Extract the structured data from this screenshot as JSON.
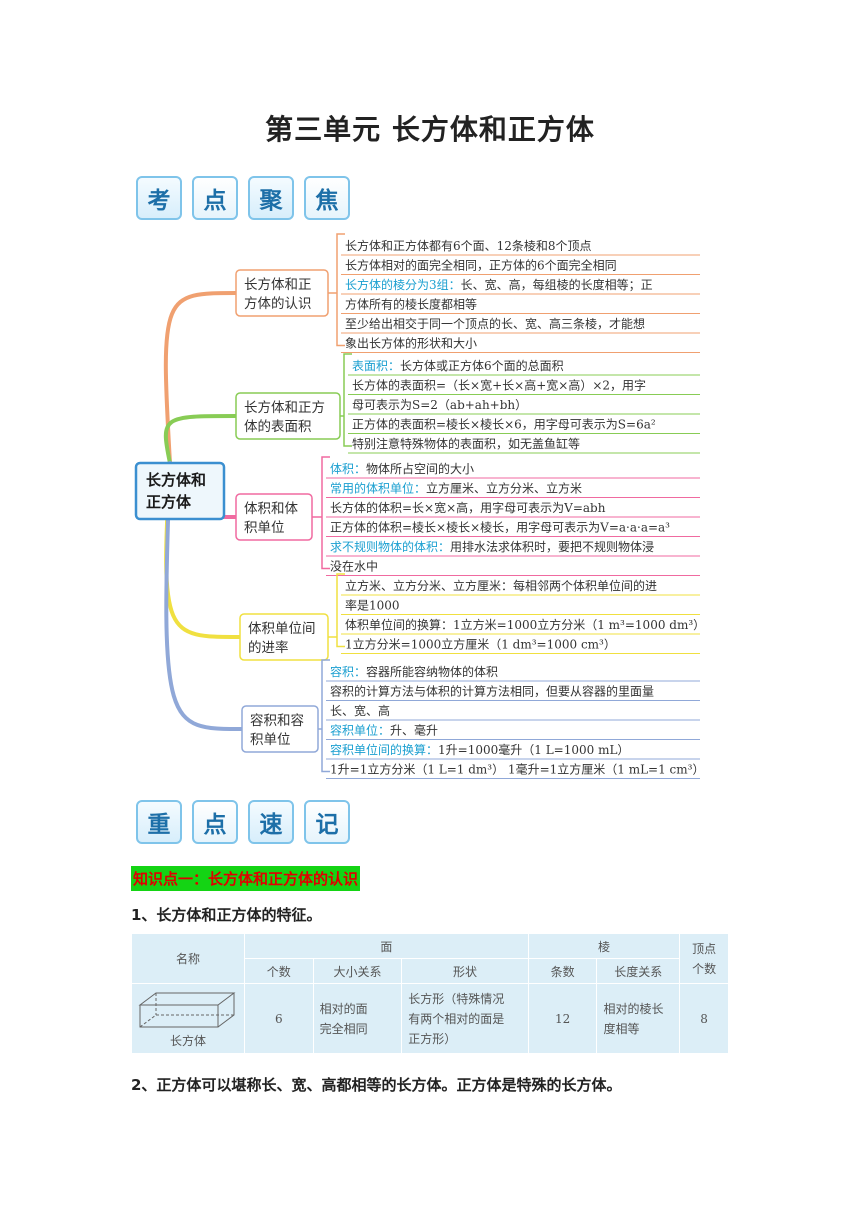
{
  "title": "第三单元  长方体和正方体",
  "banner1": [
    "考",
    "点",
    "聚",
    "焦"
  ],
  "banner2": [
    "重",
    "点",
    "速",
    "记"
  ],
  "mindmap": {
    "center": [
      "长方体和",
      "正方体"
    ],
    "branches": [
      {
        "label": [
          "长方体和正",
          "方体的认识"
        ],
        "color": "#f0a070",
        "lines": [
          [
            {
              "t": "长方体和正方体都有6个面、12条棱和8个顶点"
            }
          ],
          [
            {
              "t": "长方体相对的面完全相同，正方体的6个面完全相同"
            }
          ],
          [
            {
              "t": "长方体的棱分为3组：",
              "c": "#1a9fd0"
            },
            {
              "t": "长、宽、高，每组棱的长度相等；正"
            }
          ],
          [
            {
              "t": "方体所有的棱长度都相等"
            }
          ],
          [
            {
              "t": "至少给出相交于同一个顶点的长、宽、高三条棱，才能想"
            }
          ],
          [
            {
              "t": "象出长方体的形状和大小"
            }
          ]
        ]
      },
      {
        "label": [
          "长方体和正方",
          "体的表面积"
        ],
        "color": "#88cc55",
        "lines": [
          [
            {
              "t": "表面积：",
              "c": "#1a9fd0"
            },
            {
              "t": "长方体或正方体6个面的总面积"
            }
          ],
          [
            {
              "t": "长方体的表面积=（长×宽+长×高+宽×高）×2，用字"
            }
          ],
          [
            {
              "t": "母可表示为S=2（ab+ah+bh）"
            }
          ],
          [
            {
              "t": "正方体的表面积=棱长×棱长×6，用字母可表示为S=6a²"
            }
          ],
          [
            {
              "t": "特别注意特殊物体的表面积，如无盖鱼缸等"
            }
          ]
        ]
      },
      {
        "label": [
          "体积和体",
          "积单位"
        ],
        "color": "#f06aa0",
        "lines": [
          [
            {
              "t": "体积：",
              "c": "#1a9fd0"
            },
            {
              "t": "物体所占空间的大小"
            }
          ],
          [
            {
              "t": "常用的体积单位：",
              "c": "#1a9fd0"
            },
            {
              "t": "立方厘米、立方分米、立方米"
            }
          ],
          [
            {
              "t": "长方体的体积=长×宽×高，用字母可表示为V=abh"
            }
          ],
          [
            {
              "t": "正方体的体积=棱长×棱长×棱长，用字母可表示为V=a·a·a=a³"
            }
          ],
          [
            {
              "t": "求不规则物体的体积：",
              "c": "#1a9fd0"
            },
            {
              "t": "用排水法求体积时，要把不规则物体浸"
            }
          ],
          [
            {
              "t": "没在水中"
            }
          ]
        ]
      },
      {
        "label": [
          "体积单位间",
          "的进率"
        ],
        "color": "#f0e040",
        "lines": [
          [
            {
              "t": "立方米、立方分米、立方厘米：每相邻两个体积单位间的进"
            }
          ],
          [
            {
              "t": "率是1000"
            }
          ],
          [
            {
              "t": "体积单位间的换算：1立方米=1000立方分米（1 m³=1000 dm³）"
            }
          ],
          [
            {
              "t": "1立方分米=1000立方厘米（1 dm³=1000 cm³）"
            }
          ]
        ]
      },
      {
        "label": [
          "容积和容",
          "积单位"
        ],
        "color": "#90a8d8",
        "lines": [
          [
            {
              "t": "容积：",
              "c": "#1a9fd0"
            },
            {
              "t": "容器所能容纳物体的体积"
            }
          ],
          [
            {
              "t": "容积的计算方法与体积的计算方法相同，但要从容器的里面量"
            }
          ],
          [
            {
              "t": "长、宽、高"
            }
          ],
          [
            {
              "t": "容积单位：",
              "c": "#1a9fd0"
            },
            {
              "t": "升、毫升"
            }
          ],
          [
            {
              "t": "容积单位间的换算：",
              "c": "#1a9fd0"
            },
            {
              "t": "1升=1000毫升（1 L=1000 mL）"
            }
          ],
          [
            {
              "t": "1升=1立方分米（1 L=1 dm³）  1毫升=1立方厘米（1 mL=1 cm³）"
            }
          ]
        ]
      }
    ]
  },
  "knowledge_point": "知识点一：长方体和正方体的认识",
  "para1": "1、长方体和正方体的特征。",
  "table": {
    "h_name": "名称",
    "h_face": "面",
    "h_edge": "棱",
    "h_vertex": [
      "顶点",
      "个数"
    ],
    "h_face_count": "个数",
    "h_face_size": "大小关系",
    "h_face_shape": "形状",
    "h_edge_count": "条数",
    "h_edge_len": "长度关系",
    "row_name": "长方体",
    "face_count": "6",
    "face_size": [
      "相对的面",
      "完全相同"
    ],
    "face_shape": [
      "长方形（特殊情况",
      "有两个相对的面是",
      "正方形）"
    ],
    "edge_count": "12",
    "edge_len": [
      "相对的棱长",
      "度相等"
    ],
    "vertex_count": "8"
  },
  "para2": "2、正方体可以堪称长、宽、高都相等的长方体。正方体是特殊的长方体。"
}
